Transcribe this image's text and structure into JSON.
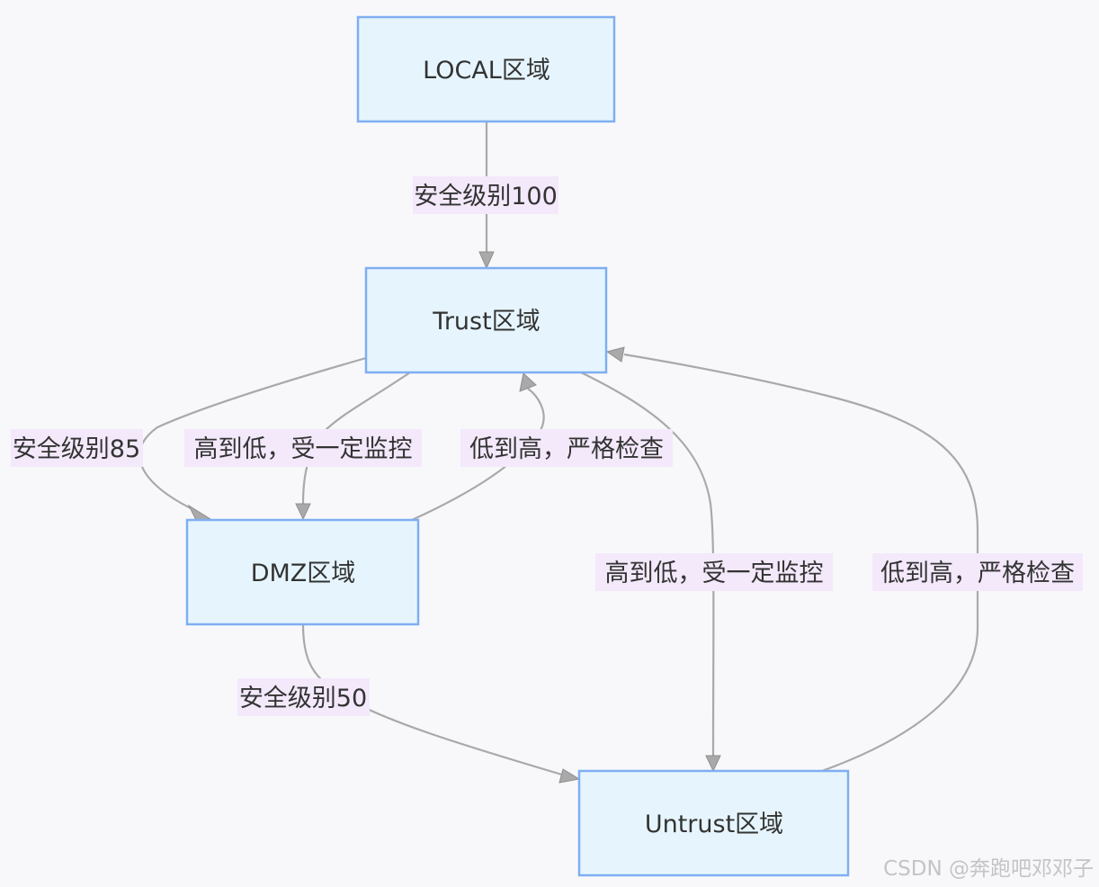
{
  "nodes": {
    "local": "LOCAL区域",
    "trust": "Trust区域",
    "dmz": "DMZ区域",
    "untrust": "Untrust区域"
  },
  "edges": {
    "local_trust": "安全级别100",
    "trust_dmz_level": "安全级别85",
    "trust_dmz_down": "高到低，受一定监控",
    "dmz_trust_up": "低到高，严格检查",
    "trust_untrust_down": "高到低，受一定监控",
    "untrust_trust_up": "低到高，严格检查",
    "dmz_untrust_level": "安全级别50"
  },
  "watermark": "CSDN @奔跑吧邓邓子"
}
